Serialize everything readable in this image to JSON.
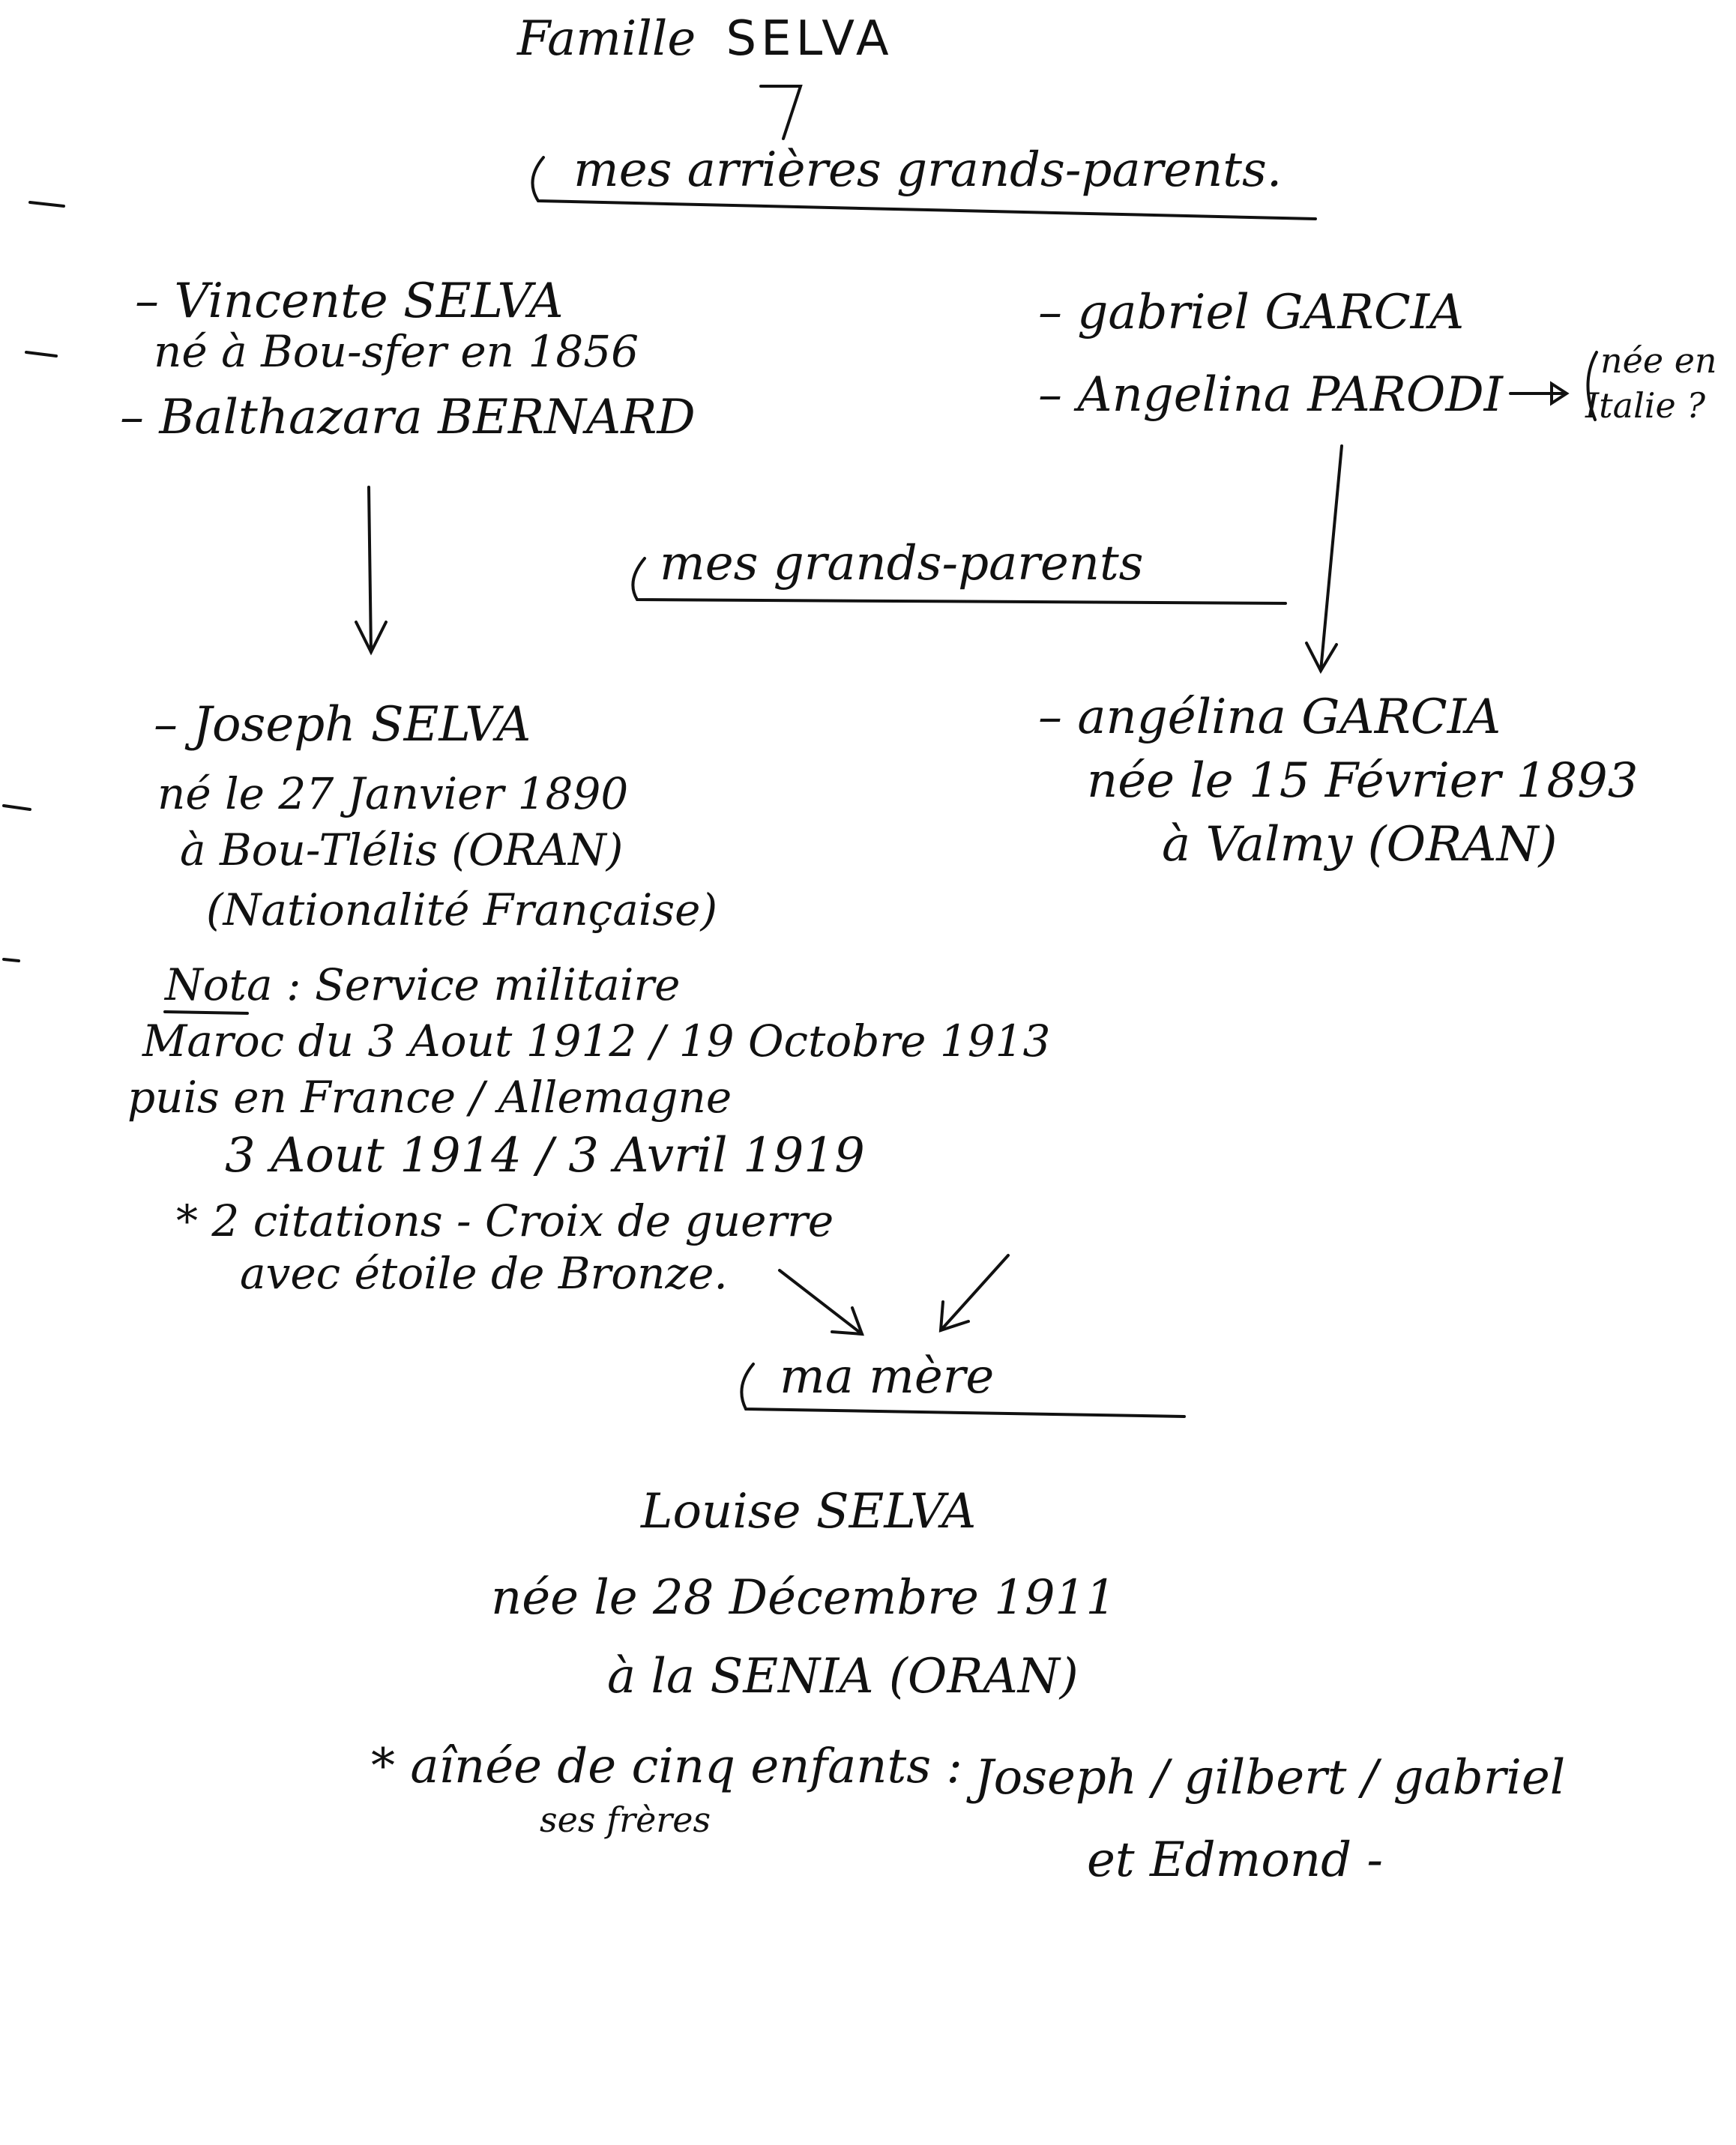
{
  "title": {
    "prefix": "Famille",
    "name": "SELVA",
    "mark": "7"
  },
  "sections": {
    "great_grandparents": "mes arrières grands-parents.",
    "grandparents": "mes grands-parents",
    "mother": "ma mère"
  },
  "paternal_great": {
    "person1": "Vincente SELVA",
    "person1_birth": "né à Bou-sfer en 1856",
    "person2": "Balthazara BERNARD"
  },
  "maternal_great": {
    "person1": "gabriel GARCIA",
    "person2": "Angelina PARODI",
    "person2_note_line1": "née en",
    "person2_note_line2": "Italie ?"
  },
  "grandfather": {
    "name": "Joseph SELVA",
    "birth": "né le 27 Janvier 1890",
    "place": "à Bou-Tlélis (ORAN)",
    "nationality": "(Nationalité Française)",
    "nota_label": "Nota",
    "nota_line1": ": Service militaire",
    "nota_line2": "Maroc du 3 Aout 1912 / 19 Octobre 1913",
    "nota_line3": "puis en France / Allemagne",
    "nota_line4": "3 Aout 1914 / 3 Avril 1919",
    "nota_line5": "* 2 citations - Croix de guerre",
    "nota_line6": "avec étoile de Bronze."
  },
  "grandmother": {
    "name": "angélina GARCIA",
    "birth": "née le 15 Février 1893",
    "place": "à Valmy (ORAN)"
  },
  "mother": {
    "name": "Louise SELVA",
    "birth": "née le 28 Décembre 1911",
    "place": "à la SENIA (ORAN)",
    "note_line1": "* aînée de cinq enfants :",
    "note_siblings_label": "ses frères",
    "note_siblings": "Joseph / gilbert / gabriel",
    "note_last": "et Edmond -"
  }
}
